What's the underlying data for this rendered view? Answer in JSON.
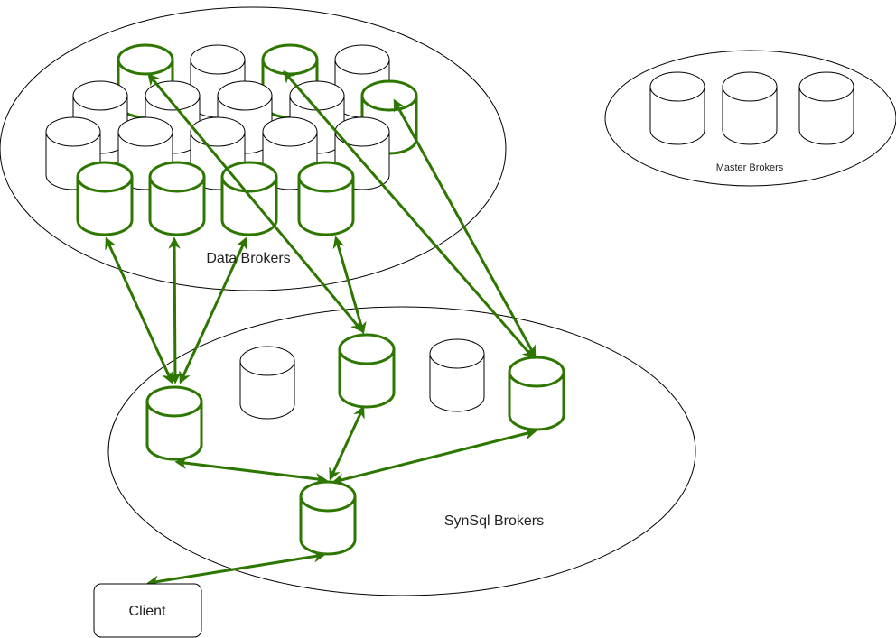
{
  "colors": {
    "connection": "#2d7600",
    "outline": "#000000",
    "background": "#ffffff"
  },
  "groups": {
    "data_brokers": {
      "label": "Data Brokers"
    },
    "master_brokers": {
      "label": "Master Brokers"
    },
    "synsql_brokers": {
      "label": "SynSql Brokers"
    }
  },
  "client": {
    "label": "Client"
  }
}
